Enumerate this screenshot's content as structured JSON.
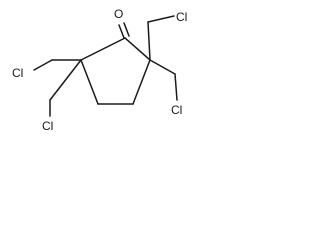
{
  "molecule": {
    "atoms": {
      "oxygen": "O",
      "chlorine_top_right": "Cl",
      "chlorine_right": "Cl",
      "chlorine_left_top": "Cl",
      "chlorine_left_bottom": "Cl"
    },
    "colors": {
      "bond": "#1a1a1a",
      "label": "#1a1a1a",
      "background": "#ffffff"
    }
  }
}
